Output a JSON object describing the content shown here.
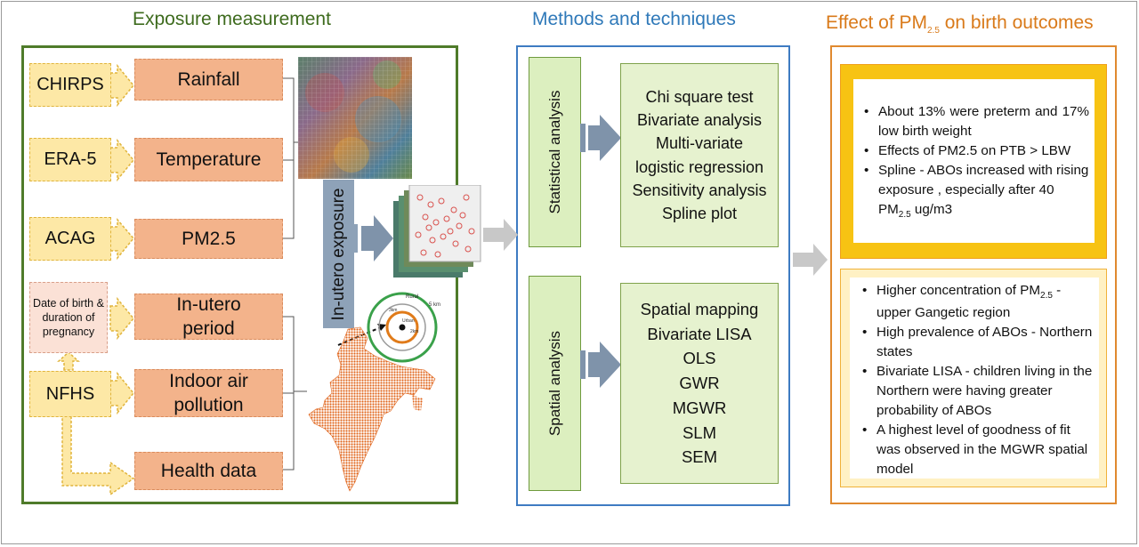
{
  "titles": {
    "exposure": "Exposure measurement",
    "methods": "Methods and techniques",
    "effect_prefix": "Effect of PM",
    "effect_sub": "2.5",
    "effect_suffix": " on birth outcomes"
  },
  "sources": {
    "chirps": "CHIRPS",
    "era5": "ERA-5",
    "acag": "ACAG",
    "nfhs": "NFHS",
    "dob": "Date of birth & duration of pregnancy"
  },
  "variables": {
    "rainfall": "Rainfall",
    "temperature": "Temperature",
    "pm25": "PM2.5",
    "inutero_period": "In-utero period",
    "indoor_air": "Indoor air pollution",
    "health_data": "Health data"
  },
  "in_utero_exposure": "In-utero exposure",
  "buffer_labels": {
    "rural": "Rural",
    "urban": "Urban",
    "r3": "3km",
    "r2": "2km",
    "r5": "5 km"
  },
  "statistical": {
    "label": "Statistical analysis",
    "items": [
      "Chi square test",
      "Bivariate analysis",
      "Multi-variate",
      "logistic regression",
      "Sensitivity analysis",
      "Spline plot"
    ]
  },
  "spatial": {
    "label": "Spatial analysis",
    "items": [
      "Spatial mapping",
      "Bivariate LISA",
      "OLS",
      "GWR",
      "MGWR",
      "SLM",
      "SEM"
    ]
  },
  "effect_top": {
    "b1": "About 13% were preterm and 17% low birth weight",
    "b2": "Effects of PM2.5 on PTB > LBW",
    "b3_pre": "Spline - ABOs increased with rising exposure , especially after 40 PM",
    "b3_sub": "2.5",
    "b3_post": " ug/m3"
  },
  "effect_bottom": {
    "b1_pre": "Higher concentration of PM",
    "b1_sub": "2.5",
    "b1_post": " - upper Gangetic region",
    "b2": "High prevalence of ABOs - Northern states",
    "b3": "Bivariate LISA - children living in the Northern were having greater probability of ABOs",
    "b4": "A highest level of goodness of fit was observed in the MGWR spatial model"
  },
  "colors": {
    "green": "#4f7b2a",
    "blue": "#3e7bc2",
    "orange": "#e0892f",
    "yellow": "#f7c313"
  }
}
